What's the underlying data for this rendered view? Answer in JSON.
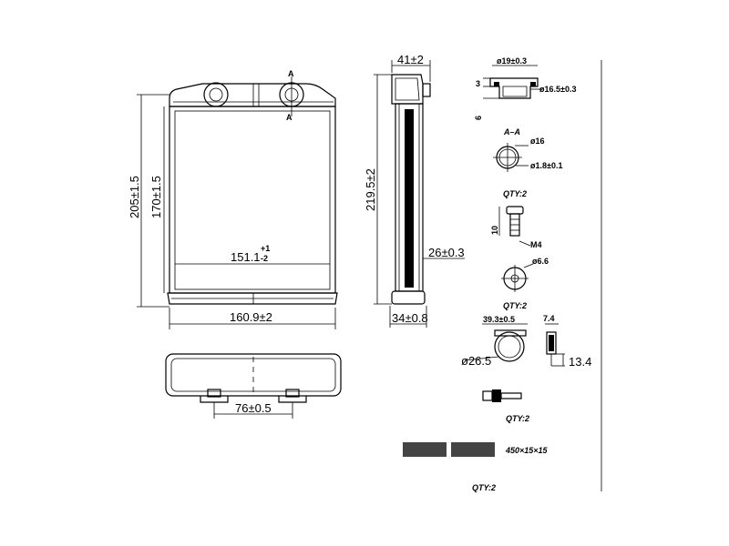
{
  "front_view": {
    "height_overall": "205±1.5",
    "height_core": "170±1.5",
    "core_width_value": "151.1",
    "core_width_tol_upper": "+1",
    "core_width_tol_lower": "-2",
    "width_overall": "160.9±2",
    "section_marker": "A"
  },
  "side_view": {
    "depth_top": "41±2",
    "height_total": "219.5±2",
    "core_depth": "26±0.3",
    "tank_depth": "34±0.8"
  },
  "bottom_view": {
    "pipe_spacing": "76±0.5"
  },
  "section_aa": {
    "outer_diameter": "ø19±0.3",
    "inner_diameter": "ø16.5±0.3",
    "flange_thickness": "3",
    "collar_height": "6",
    "label": "A–A"
  },
  "parts": {
    "oring_diameter": "ø16",
    "oring_section": "ø1.8±0.1",
    "oring_qty": "QTY:2",
    "screw_length": "10",
    "screw_thread": "M4",
    "washer_diameter": "ø6.6",
    "screw_qty": "QTY:2",
    "clip_width": "39.3±0.5",
    "clip_thickness": "7.4",
    "clip_diameter": "ø26.5",
    "clip_height": "13.4",
    "pin_qty": "QTY:2",
    "foam_size": "450×15×15",
    "foam_qty": "QTY:2"
  },
  "colors": {
    "line": "#000000",
    "background": "#ffffff",
    "foam": "#444444"
  }
}
